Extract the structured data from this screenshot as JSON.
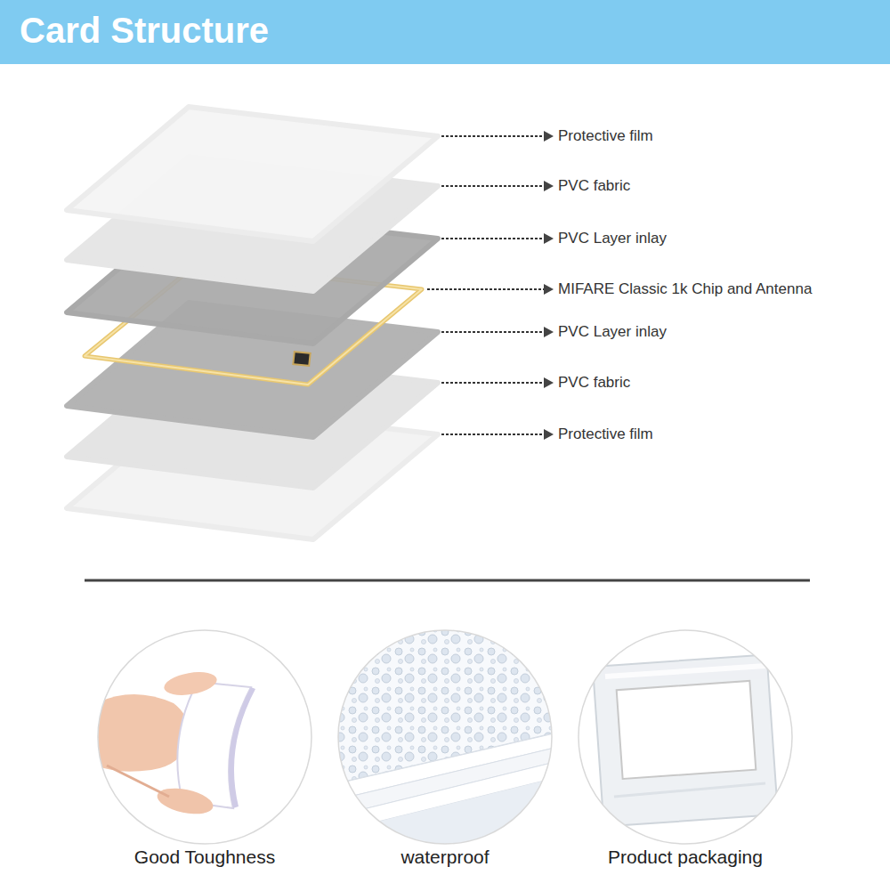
{
  "diagram": {
    "title": "Card Structure",
    "nodes": [
      {
        "text": [
          "Good Toughness"
        ]
      },
      {
        "text": [
          "waterproof"
        ]
      },
      {
        "text": [
          "Product packaging"
        ]
      }
    ],
    "labels": [
      "Protective film",
      "PVC fabric",
      "PVC Layer inlay",
      "MIFARE Classic 1k Chip and Antenna",
      "PVC Layer inlay",
      "PVC fabric",
      "Protective film"
    ]
  }
}
